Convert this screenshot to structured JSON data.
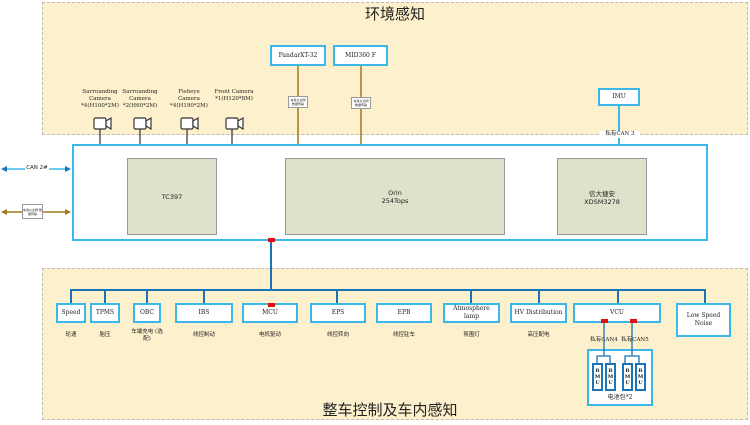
{
  "top": {
    "title": "环境感知",
    "cameras": [
      {
        "label": "Surrounding Camera *4(H100*2M)"
      },
      {
        "label": "Surrounding Camera *2(H60*2M)"
      },
      {
        "label": "Fisheye Camera *4(H190*2M)"
      },
      {
        "label": "Front Camera *1(H120*8M)"
      }
    ],
    "lidars": [
      {
        "label": "PandarXT-32",
        "link": "车载以太网 数据传输"
      },
      {
        "label": "MID360 F",
        "link": "车载以太网 数据传输"
      }
    ],
    "imu": {
      "label": "IMU",
      "bus": "私有CAN 3"
    }
  },
  "domain": {
    "chips": [
      {
        "label": "TC397",
        "sub": ""
      },
      {
        "label": "Orin",
        "sub": "254Tops"
      },
      {
        "label": "信大捷安",
        "sub": "XDSM3278"
      }
    ],
    "can2": "CAN 2#",
    "eth": "车载以太网 数据传输"
  },
  "bottom": {
    "title": "整车控制及车内感知",
    "nodes": [
      {
        "label": "Speed",
        "desc": "轮速"
      },
      {
        "label": "TPMS",
        "desc": "胎压"
      },
      {
        "label": "OBC",
        "desc": "车端充电 (选配)"
      },
      {
        "label": "IBS",
        "desc": "线控制动"
      },
      {
        "label": "MCU",
        "desc": "电机驱动"
      },
      {
        "label": "EPS",
        "desc": "线控转向"
      },
      {
        "label": "EPB",
        "desc": "线控驻车"
      },
      {
        "label": "Atmosphere lamp",
        "desc": "氛围灯"
      },
      {
        "label": "HV Distribution",
        "desc": "高压配电"
      },
      {
        "label": "VCU",
        "desc": ""
      },
      {
        "label": "Low Speed Noise",
        "desc": ""
      }
    ],
    "vcu_buses": [
      "私有CAN4",
      "私有CAN5"
    ],
    "bmu": "BM U",
    "battery": "电池包*2"
  },
  "colors": {
    "region": "#fdf0cc",
    "border": "#3bb8ea",
    "bus": "#1a74b8",
    "eth": "#a07a1a",
    "chip": "#dfe1cb",
    "marker": "#e01010"
  }
}
